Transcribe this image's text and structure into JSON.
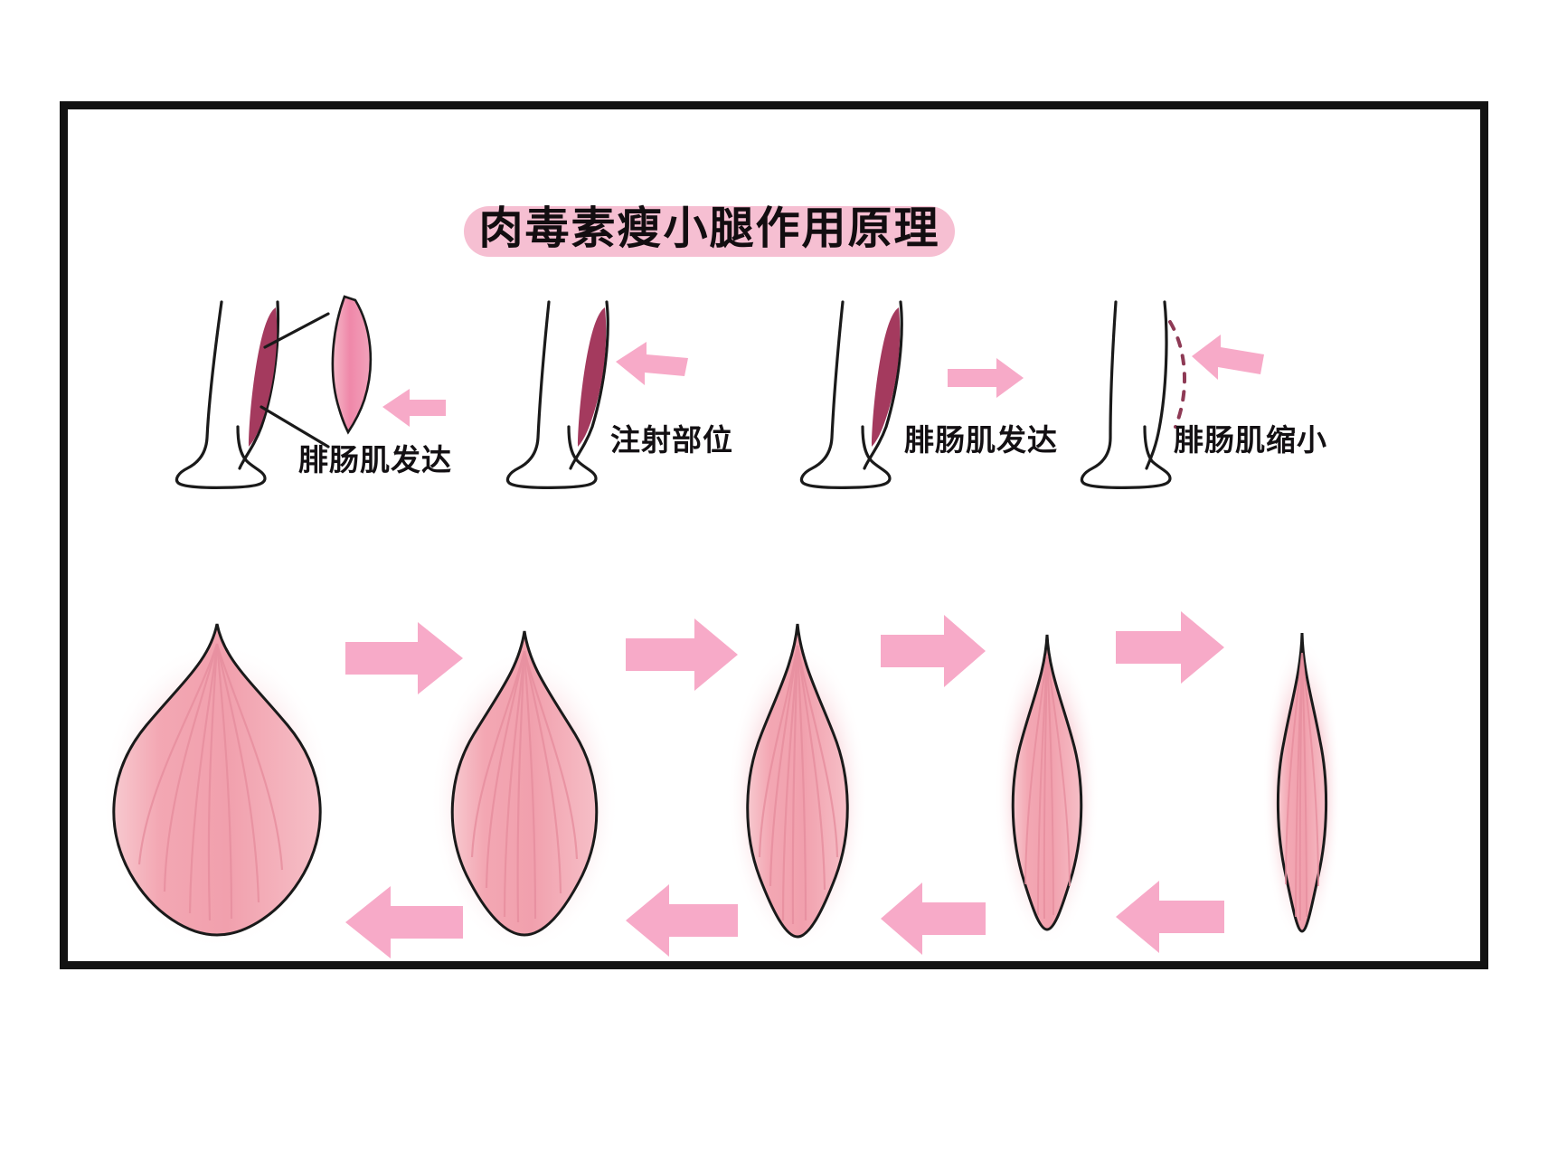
{
  "poster": {
    "title": "肉毒素瘦小腿作用原理",
    "title_pill_color": "#f6bfd2",
    "frame_color": "#121212",
    "background": "#ffffff"
  },
  "colors": {
    "accent_pink": "#f4a9c4",
    "arrow_pink": "#f7aac8",
    "muscle_dark": "#a43a5e",
    "muscle_light": "#f2a0ad",
    "muscle_mid": "#ef9fb0",
    "outline": "#1a1a1a",
    "label_text": "#131013"
  },
  "leg_panels": [
    {
      "id": "panel-1",
      "label": "腓肠肌发达",
      "arrow": "arrow-left-icon",
      "muscle_state": "enlarged",
      "note": "leg side view with callout lines to an enlarged gastrocnemius cross-section"
    },
    {
      "id": "panel-2",
      "label": "注射部位",
      "arrow": "arrow-left-icon",
      "muscle_state": "injection-site",
      "note": "leg with dark muscle highlighted, arrow points at the injection area"
    },
    {
      "id": "panel-3",
      "label": "腓肠肌发达",
      "arrow": "arrow-right-icon",
      "muscle_state": "enlarged",
      "note": "leg with bulging calf muscle, arrow points to the right"
    },
    {
      "id": "panel-4",
      "label": "腓肠肌缩小",
      "arrow": "arrow-left-icon",
      "muscle_state": "shrunken-dashed",
      "note": "slim leg with dashed outline showing the reduced calf muscle"
    }
  ],
  "muscle_row": {
    "description": "Gastrocnemius muscle bellies shrinking from left (largest) to right (slimmest)",
    "top_arrows": [
      "arrow-right-icon",
      "arrow-right-icon",
      "arrow-right-icon",
      "arrow-right-icon"
    ],
    "bottom_arrows": [
      "arrow-left-icon",
      "arrow-left-icon",
      "arrow-left-icon",
      "arrow-left-icon"
    ],
    "stages": [
      {
        "id": "muscle-stage-1",
        "width_pct": 100,
        "caption": ""
      },
      {
        "id": "muscle-stage-2",
        "width_pct": 78,
        "caption": ""
      },
      {
        "id": "muscle-stage-3",
        "width_pct": 58,
        "caption": ""
      },
      {
        "id": "muscle-stage-4",
        "width_pct": 40,
        "caption": ""
      },
      {
        "id": "muscle-stage-5",
        "width_pct": 28,
        "caption": ""
      }
    ]
  }
}
